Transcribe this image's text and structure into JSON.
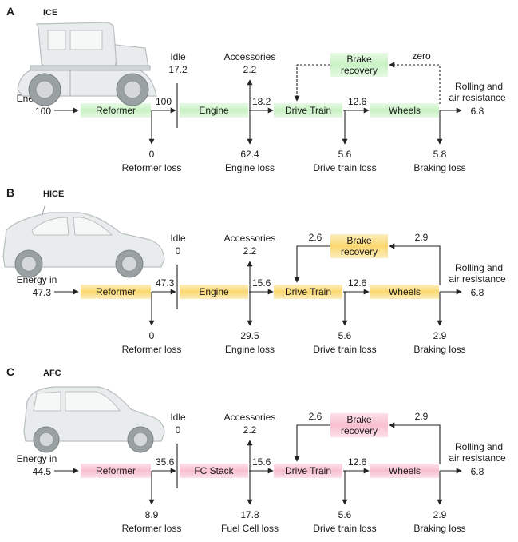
{
  "panels": [
    {
      "letter": "A",
      "name": "ICE",
      "car": "vintage-car",
      "box_color": "#c9f2c4",
      "energy_in_label": "Energy in",
      "energy_in": "100",
      "boxes": {
        "reformer": "Reformer",
        "engine": "Engine",
        "drive_train": "Drive Train",
        "wheels": "Wheels",
        "brake": [
          "Brake",
          "recovery"
        ]
      },
      "flows": {
        "reformer_out": "100",
        "engine_out": "18.2",
        "drive_out": "12.6"
      },
      "idle_label": "Idle",
      "idle": "17.2",
      "accessories_label": "Accessories",
      "accessories": "2.2",
      "brake_out": "",
      "brake_in": "zero",
      "brake_dashed": true,
      "rolling_label": [
        "Rolling and",
        "air resistance"
      ],
      "rolling": "6.8",
      "losses": [
        {
          "value": "0",
          "label": "Reformer loss"
        },
        {
          "value": "62.4",
          "label": "Engine loss"
        },
        {
          "value": "5.6",
          "label": "Drive train loss"
        },
        {
          "value": "5.8",
          "label": "Braking loss"
        }
      ]
    },
    {
      "letter": "B",
      "name": "HICE",
      "car": "hatchback",
      "box_color": "#fbd870",
      "energy_in_label": "Energy in",
      "energy_in": "47.3",
      "boxes": {
        "reformer": "Reformer",
        "engine": "Engine",
        "drive_train": "Drive Train",
        "wheels": "Wheels",
        "brake": [
          "Brake",
          "recovery"
        ]
      },
      "flows": {
        "reformer_out": "47.3",
        "engine_out": "15.6",
        "drive_out": "12.6"
      },
      "idle_label": "Idle",
      "idle": "0",
      "accessories_label": "Accessories",
      "accessories": "2.2",
      "brake_out": "2.6",
      "brake_in": "2.9",
      "brake_dashed": false,
      "rolling_label": [
        "Rolling and",
        "air resistance"
      ],
      "rolling": "6.8",
      "losses": [
        {
          "value": "0",
          "label": "Reformer loss"
        },
        {
          "value": "29.5",
          "label": "Engine loss"
        },
        {
          "value": "5.6",
          "label": "Drive train loss"
        },
        {
          "value": "2.9",
          "label": "Braking loss"
        }
      ]
    },
    {
      "letter": "C",
      "name": "AFC",
      "car": "compact-car",
      "box_color": "#f8bfd0",
      "energy_in_label": "Energy in",
      "energy_in": "44.5",
      "boxes": {
        "reformer": "Reformer",
        "engine": "FC Stack",
        "drive_train": "Drive Train",
        "wheels": "Wheels",
        "brake": [
          "Brake",
          "recovery"
        ]
      },
      "flows": {
        "reformer_out": "35.6",
        "engine_out": "15.6",
        "drive_out": "12.6"
      },
      "idle_label": "Idle",
      "idle": "0",
      "accessories_label": "Accessories",
      "accessories": "2.2",
      "brake_out": "2.6",
      "brake_in": "2.9",
      "brake_dashed": false,
      "rolling_label": [
        "Rolling and",
        "air resistance"
      ],
      "rolling": "6.8",
      "losses": [
        {
          "value": "8.9",
          "label": "Reformer loss"
        },
        {
          "value": "17.8",
          "label": "Fuel Cell loss"
        },
        {
          "value": "5.6",
          "label": "Drive train loss"
        },
        {
          "value": "2.9",
          "label": "Braking loss"
        }
      ]
    }
  ]
}
